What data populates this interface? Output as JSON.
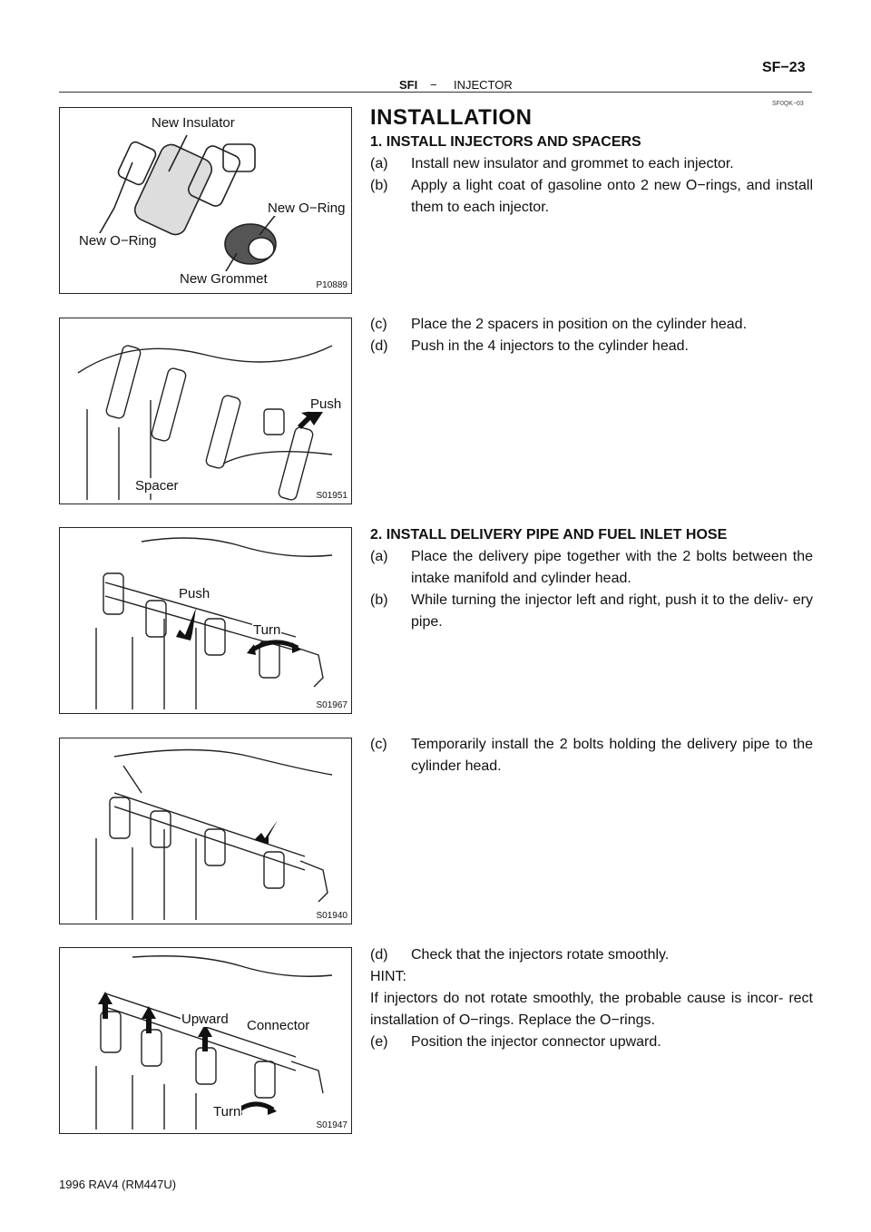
{
  "header": {
    "section": "SFI",
    "dash": "−",
    "title": "INJECTOR",
    "page": "SF−23",
    "doc_code": "SF0QK−03"
  },
  "heading": "INSTALLATION",
  "steps": [
    {
      "text": "1.   INSTALL INJECTORS AND SPACERS"
    },
    {
      "text": "2.   INSTALL DELIVERY PIPE AND FUEL INLET HOSE"
    }
  ],
  "paragraphs": [
    {
      "marker": "(a)",
      "text": "Install new insulator and grommet to each injector."
    },
    {
      "marker": "(b)",
      "text": "Apply a light coat of gasoline onto 2 new O−rings, and install them to each injector."
    },
    {
      "marker": "(c)",
      "text": "Place the 2 spacers in position on the cylinder head."
    },
    {
      "marker": "(d)",
      "text": "Push in the 4 injectors to the cylinder head."
    },
    {
      "marker": "(a)",
      "text": "Place the delivery pipe together with the 2 bolts between the intake manifold and cylinder head."
    },
    {
      "marker": "(b)",
      "text": "While turning the injector left and right, push it to the deliv- ery pipe."
    },
    {
      "marker": "(c)",
      "text": "Temporarily install the 2 bolts holding the delivery pipe to the cylinder head."
    },
    {
      "marker": "(d)",
      "text": "Check that the injectors rotate smoothly."
    },
    {
      "marker": "(e)",
      "text": "Position the injector connector upward."
    }
  ],
  "hint": {
    "label": "HINT:",
    "text": "If injectors do not rotate smoothly, the probable cause is incor- rect installation of O−rings. Replace the O−rings."
  },
  "figures": [
    {
      "id": "P10889",
      "labels": [
        "New Insulator",
        "New O−Ring",
        "New O−Ring",
        "New Grommet"
      ]
    },
    {
      "id": "S01951",
      "labels": [
        "Push",
        "Spacer"
      ]
    },
    {
      "id": "S01967",
      "labels": [
        "Push",
        "Turn"
      ]
    },
    {
      "id": "S01940",
      "labels": []
    },
    {
      "id": "S01947",
      "labels": [
        "Upward",
        "Connector",
        "Turn"
      ]
    }
  ],
  "footer": "1996 RAV4   (RM447U)"
}
